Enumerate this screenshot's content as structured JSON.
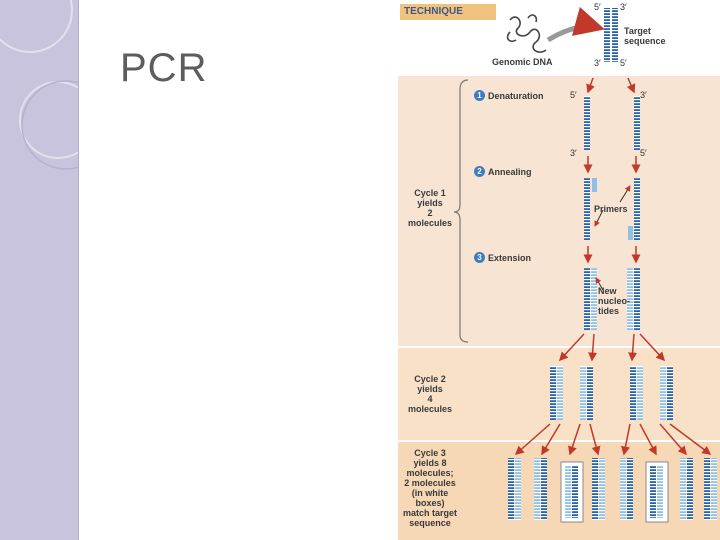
{
  "slide": {
    "title": "PCR"
  },
  "figure": {
    "header": "TECHNIQUE",
    "labels": {
      "genomic_dna": "Genomic DNA",
      "target_line1": "Target",
      "target_line2": "sequence",
      "five_prime": "5′",
      "three_prime": "3′",
      "primers": "Primers",
      "new_nuc_1": "New",
      "new_nuc_2": "nucleo-",
      "new_nuc_3": "tides"
    },
    "steps": [
      {
        "num": "1",
        "label": "Denaturation"
      },
      {
        "num": "2",
        "label": "Annealing"
      },
      {
        "num": "3",
        "label": "Extension"
      }
    ],
    "cycles": [
      {
        "lines": [
          "Cycle 1",
          "yields",
          "2",
          "molecules"
        ]
      },
      {
        "lines": [
          "Cycle 2",
          "yields",
          "4",
          "molecules"
        ]
      },
      {
        "lines": [
          "Cycle 3",
          "yields 8",
          "molecules;",
          "2 molecules",
          "(in white",
          "boxes)",
          "match target",
          "sequence"
        ]
      }
    ],
    "colors": {
      "band_cycle1": "#f7e4d2",
      "band_cycle2": "#f8e1c7",
      "band_cycle3": "#f6d8b6",
      "strand_dark": "#2a63a8",
      "strand_light": "#8fc0e6",
      "arrow": "#c0392b",
      "header_bg": "#f1c27d",
      "sidebar": "#c9c4dd"
    }
  }
}
